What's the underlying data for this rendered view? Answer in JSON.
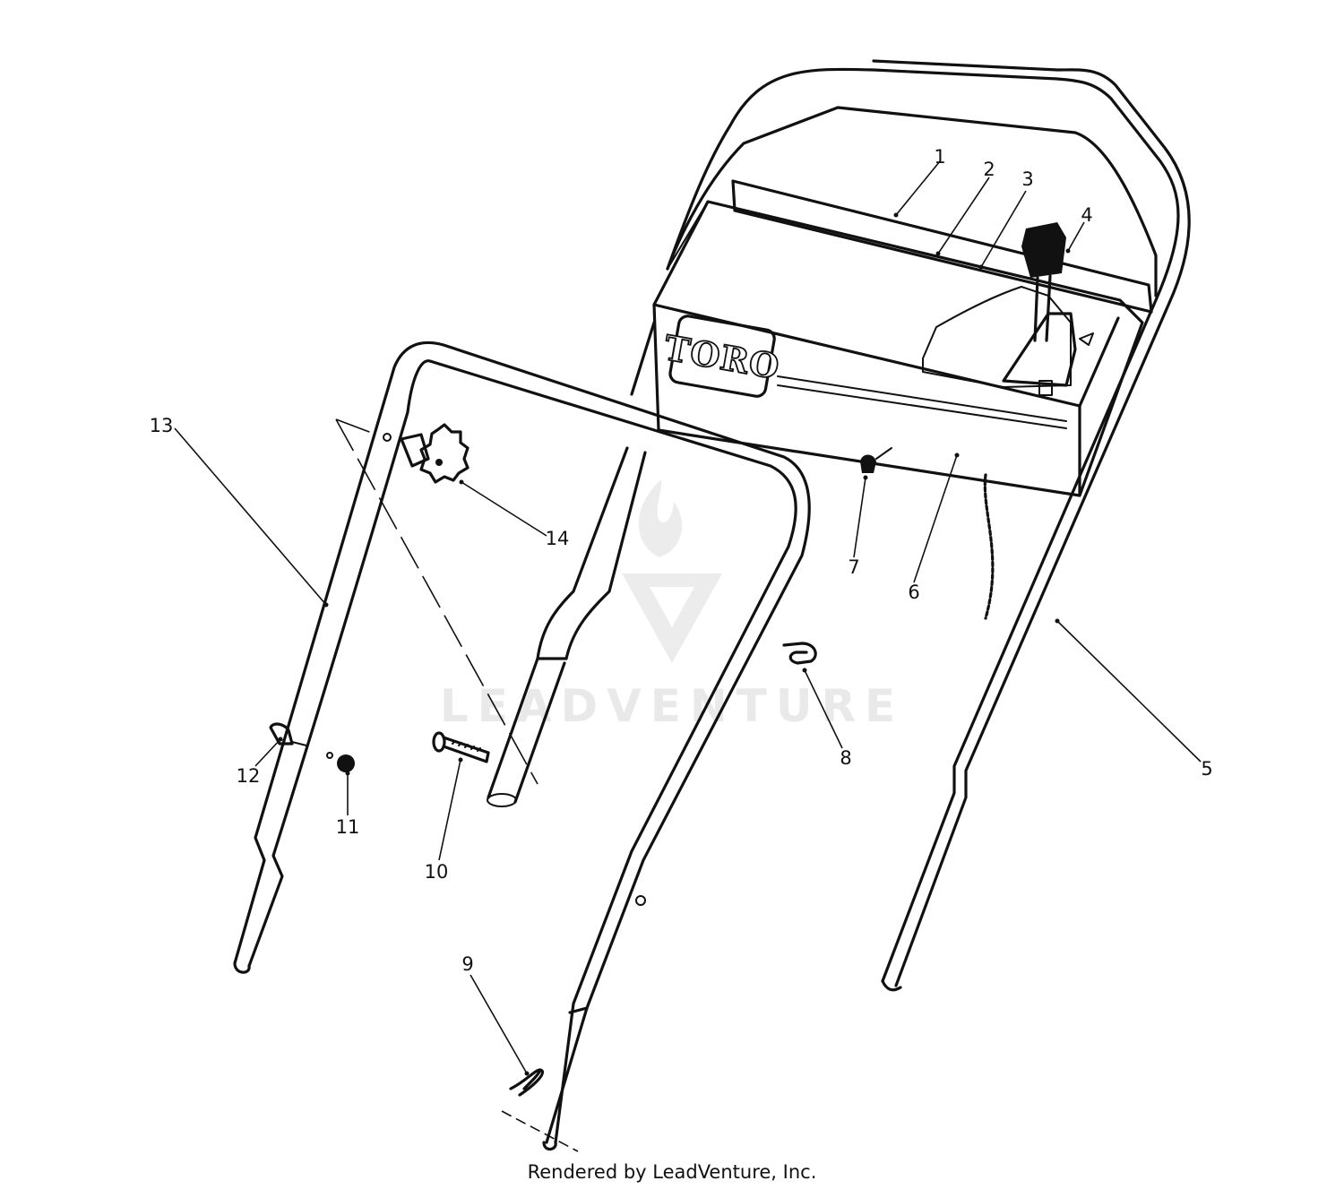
{
  "diagram": {
    "callouts": [
      {
        "id": "c1",
        "label": "1"
      },
      {
        "id": "c2",
        "label": "2"
      },
      {
        "id": "c3",
        "label": "3"
      },
      {
        "id": "c4",
        "label": "4"
      },
      {
        "id": "c5",
        "label": "5"
      },
      {
        "id": "c6",
        "label": "6"
      },
      {
        "id": "c7",
        "label": "7"
      },
      {
        "id": "c8",
        "label": "8"
      },
      {
        "id": "c9",
        "label": "9"
      },
      {
        "id": "c10",
        "label": "10"
      },
      {
        "id": "c11",
        "label": "11"
      },
      {
        "id": "c12",
        "label": "12"
      },
      {
        "id": "c13",
        "label": "13"
      },
      {
        "id": "c14",
        "label": "14"
      }
    ],
    "brand_label": "TORO",
    "watermark": "LEADVENTURE",
    "credit": "Rendered by LeadVenture, Inc."
  }
}
